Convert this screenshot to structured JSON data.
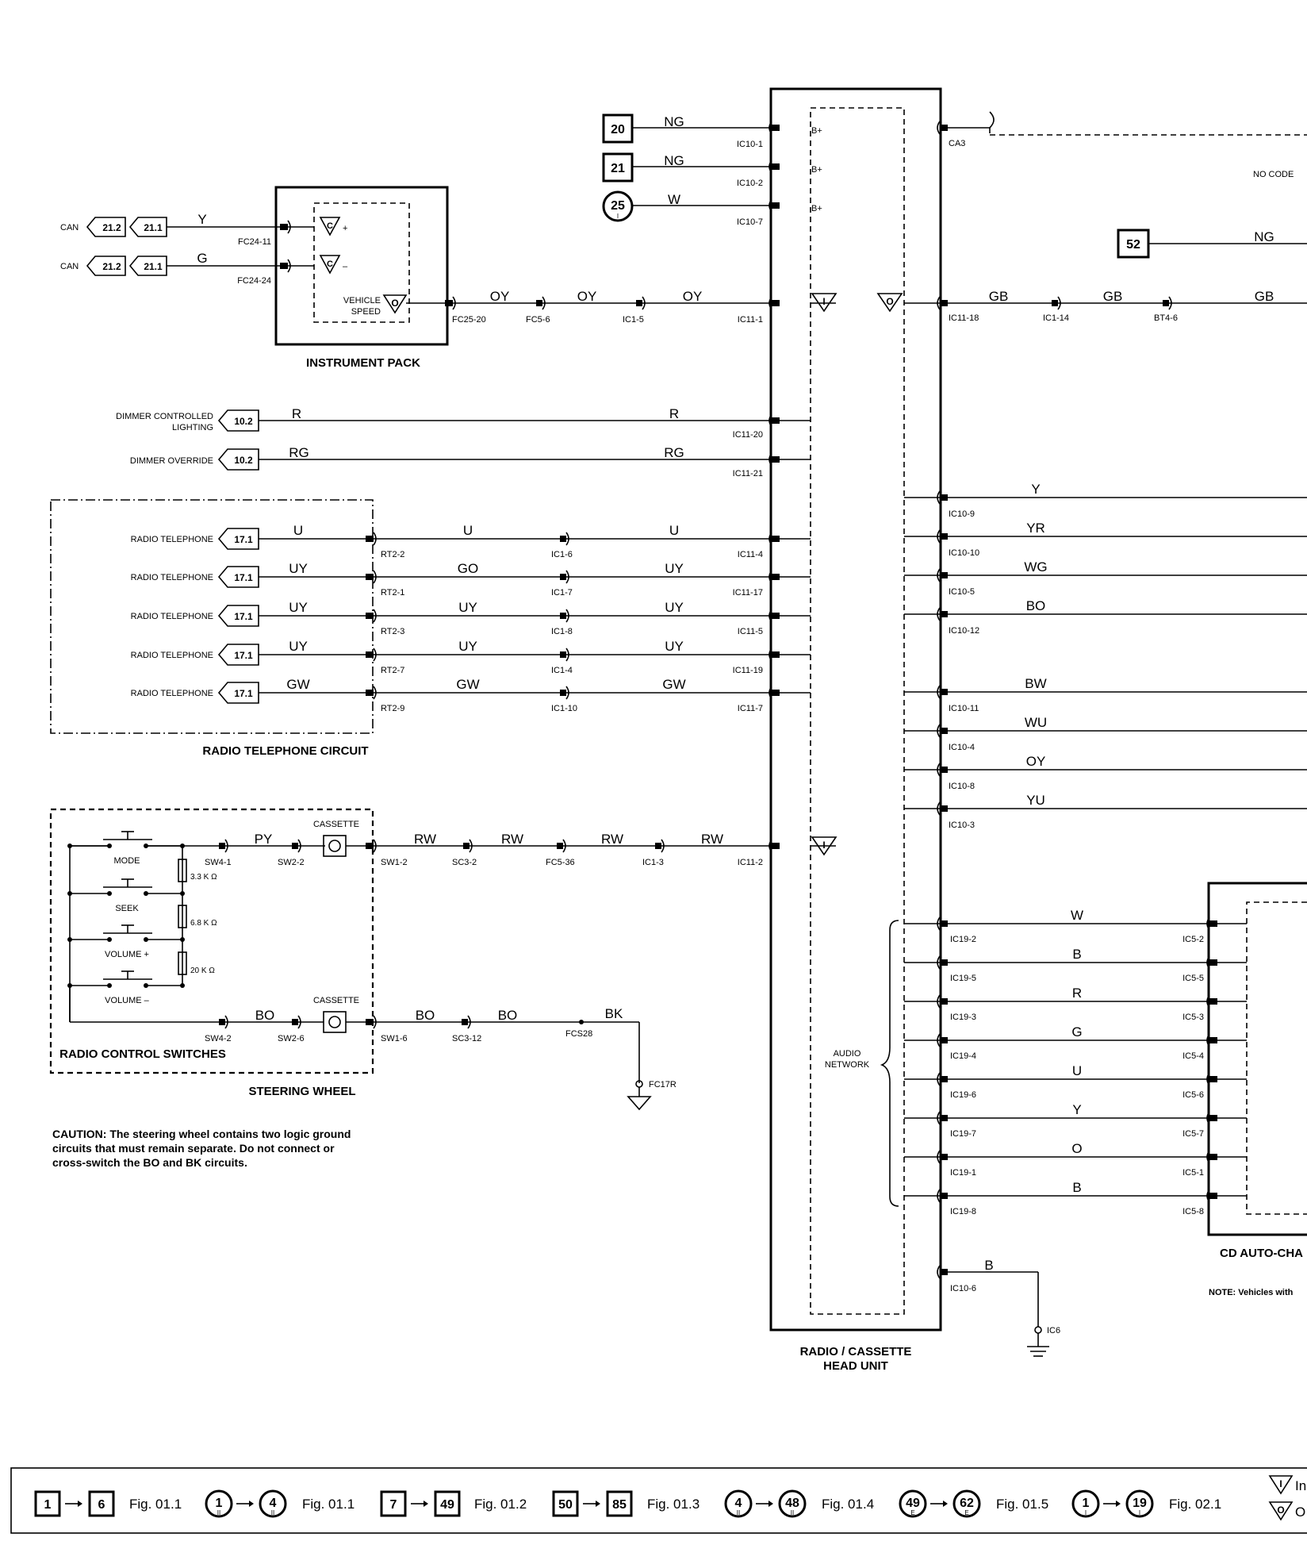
{
  "labels": {
    "instrument_pack": "INSTRUMENT PACK",
    "radio_telephone_circuit": "RADIO TELEPHONE CIRCUIT",
    "radio_control_switches": "RADIO CONTROL SWITCHES",
    "steering_wheel": "STEERING WHEEL",
    "head_unit_line1": "RADIO / CASSETTE",
    "head_unit_line2": "HEAD UNIT",
    "cd_autochanger": "CD AUTO-CHA",
    "audio_network_1": "AUDIO",
    "audio_network_2": "NETWORK",
    "no_code": "NO CODE",
    "note": "NOTE: Vehicles with",
    "vehicle_speed_1": "VEHICLE",
    "vehicle_speed_2": "SPEED",
    "cassette_1": "CASSETTE",
    "cassette_2": "CASSETTE",
    "caution_1": "CAUTION: The steering wheel contains two logic ground",
    "caution_2": "circuits that must remain separate.  Do not connect or",
    "caution_3": "cross-switch the BO and BK circuits.",
    "dimmer_controlled_1": "DIMMER CONTROLLED",
    "dimmer_controlled_2": "LIGHTING",
    "dimmer_override": "DIMMER OVERRIDE",
    "radio_telephone": "RADIO TELEPHONE",
    "can": "CAN",
    "mode": "MODE",
    "seek": "SEEK",
    "volume_plus": "VOLUME +",
    "volume_minus": "VOLUME –",
    "r1": "3.3 K Ω",
    "r2": "6.8 K Ω",
    "r3": "20 K Ω",
    "ground_fc17r": "FC17R",
    "ground_ic6": "IC6",
    "fcs28": "FCS28",
    "ca3": "CA3",
    "bplus": "B+"
  },
  "symbols": {
    "i": "I",
    "o": "O",
    "c": "C"
  },
  "sources": {
    "n20": "20",
    "n21": "21",
    "n25": "25",
    "n25_sub": "I",
    "n52": "52",
    "ref_21_2": "21.2",
    "ref_21_1": "21.1",
    "ref_10_2": "10.2",
    "ref_17_1": "17.1"
  },
  "wires": {
    "NG": "NG",
    "W": "W",
    "Y": "Y",
    "G": "G",
    "OY": "OY",
    "GB": "GB",
    "R": "R",
    "RG": "RG",
    "U": "U",
    "UY": "UY",
    "GO": "GO",
    "GW": "GW",
    "YR": "YR",
    "WG": "WG",
    "BO": "BO",
    "BW": "BW",
    "WU": "WU",
    "YU": "YU",
    "PY": "PY",
    "RW": "RW",
    "BK": "BK",
    "B": "B",
    "O": "O"
  },
  "connectors": {
    "IC10_1": "IC10-1",
    "IC10_2": "IC10-2",
    "IC10_7": "IC10-7",
    "FC24_11": "FC24-11",
    "FC24_24": "FC24-24",
    "FC25_20": "FC25-20",
    "FC5_6": "FC5-6",
    "IC1_5": "IC1-5",
    "IC11_1": "IC11-1",
    "IC11_18": "IC11-18",
    "IC1_14": "IC1-14",
    "BT4_6": "BT4-6",
    "IC11_20": "IC11-20",
    "IC11_21": "IC11-21",
    "RT2_2": "RT2-2",
    "IC1_6": "IC1-6",
    "IC11_4": "IC11-4",
    "RT2_1": "RT2-1",
    "IC1_7": "IC1-7",
    "IC11_17": "IC11-17",
    "RT2_3": "RT2-3",
    "IC1_8": "IC1-8",
    "IC11_5": "IC11-5",
    "RT2_7": "RT2-7",
    "IC1_4": "IC1-4",
    "IC11_19": "IC11-19",
    "RT2_9": "RT2-9",
    "IC1_10": "IC1-10",
    "IC11_7": "IC11-7",
    "IC10_9": "IC10-9",
    "IC10_10": "IC10-10",
    "IC10_5": "IC10-5",
    "IC10_12": "IC10-12",
    "IC10_11": "IC10-11",
    "IC10_4": "IC10-4",
    "IC10_8": "IC10-8",
    "IC10_3": "IC10-3",
    "SW4_1": "SW4-1",
    "SW2_2": "SW2-2",
    "SW1_2": "SW1-2",
    "SC3_2": "SC3-2",
    "FC5_36": "FC5-36",
    "IC1_3": "IC1-3",
    "IC11_2": "IC11-2",
    "SW4_2": "SW4-2",
    "SW2_6": "SW2-6",
    "SW1_6": "SW1-6",
    "SC3_12": "SC3-12",
    "IC19_2": "IC19-2",
    "IC19_5": "IC19-5",
    "IC19_3": "IC19-3",
    "IC19_4": "IC19-4",
    "IC19_6": "IC19-6",
    "IC19_7": "IC19-7",
    "IC19_1": "IC19-1",
    "IC19_8": "IC19-8",
    "IC5_2": "IC5-2",
    "IC5_5": "IC5-5",
    "IC5_3": "IC5-3",
    "IC5_4": "IC5-4",
    "IC5_6": "IC5-6",
    "IC5_7": "IC5-7",
    "IC5_1": "IC5-1",
    "IC5_8": "IC5-8",
    "IC10_6": "IC10-6"
  },
  "legend": {
    "fig011a": "Fig. 01.1",
    "fig011b": "Fig. 01.1",
    "fig012": "Fig. 01.2",
    "fig013": "Fig. 01.3",
    "fig014": "Fig. 01.4",
    "fig015": "Fig. 01.5",
    "fig021": "Fig. 02.1",
    "n1": "1",
    "n6": "6",
    "n7": "7",
    "n49": "49",
    "n50": "50",
    "n85": "85",
    "c1": "1",
    "c4": "4",
    "c4b": "4",
    "c48": "48",
    "c49": "49",
    "c62": "62",
    "c1b": "1",
    "c19": "19",
    "sub_ii": "II",
    "sub_e": "E",
    "sub_i": "I",
    "trunc_in": "In",
    "trunc_o": "O"
  }
}
